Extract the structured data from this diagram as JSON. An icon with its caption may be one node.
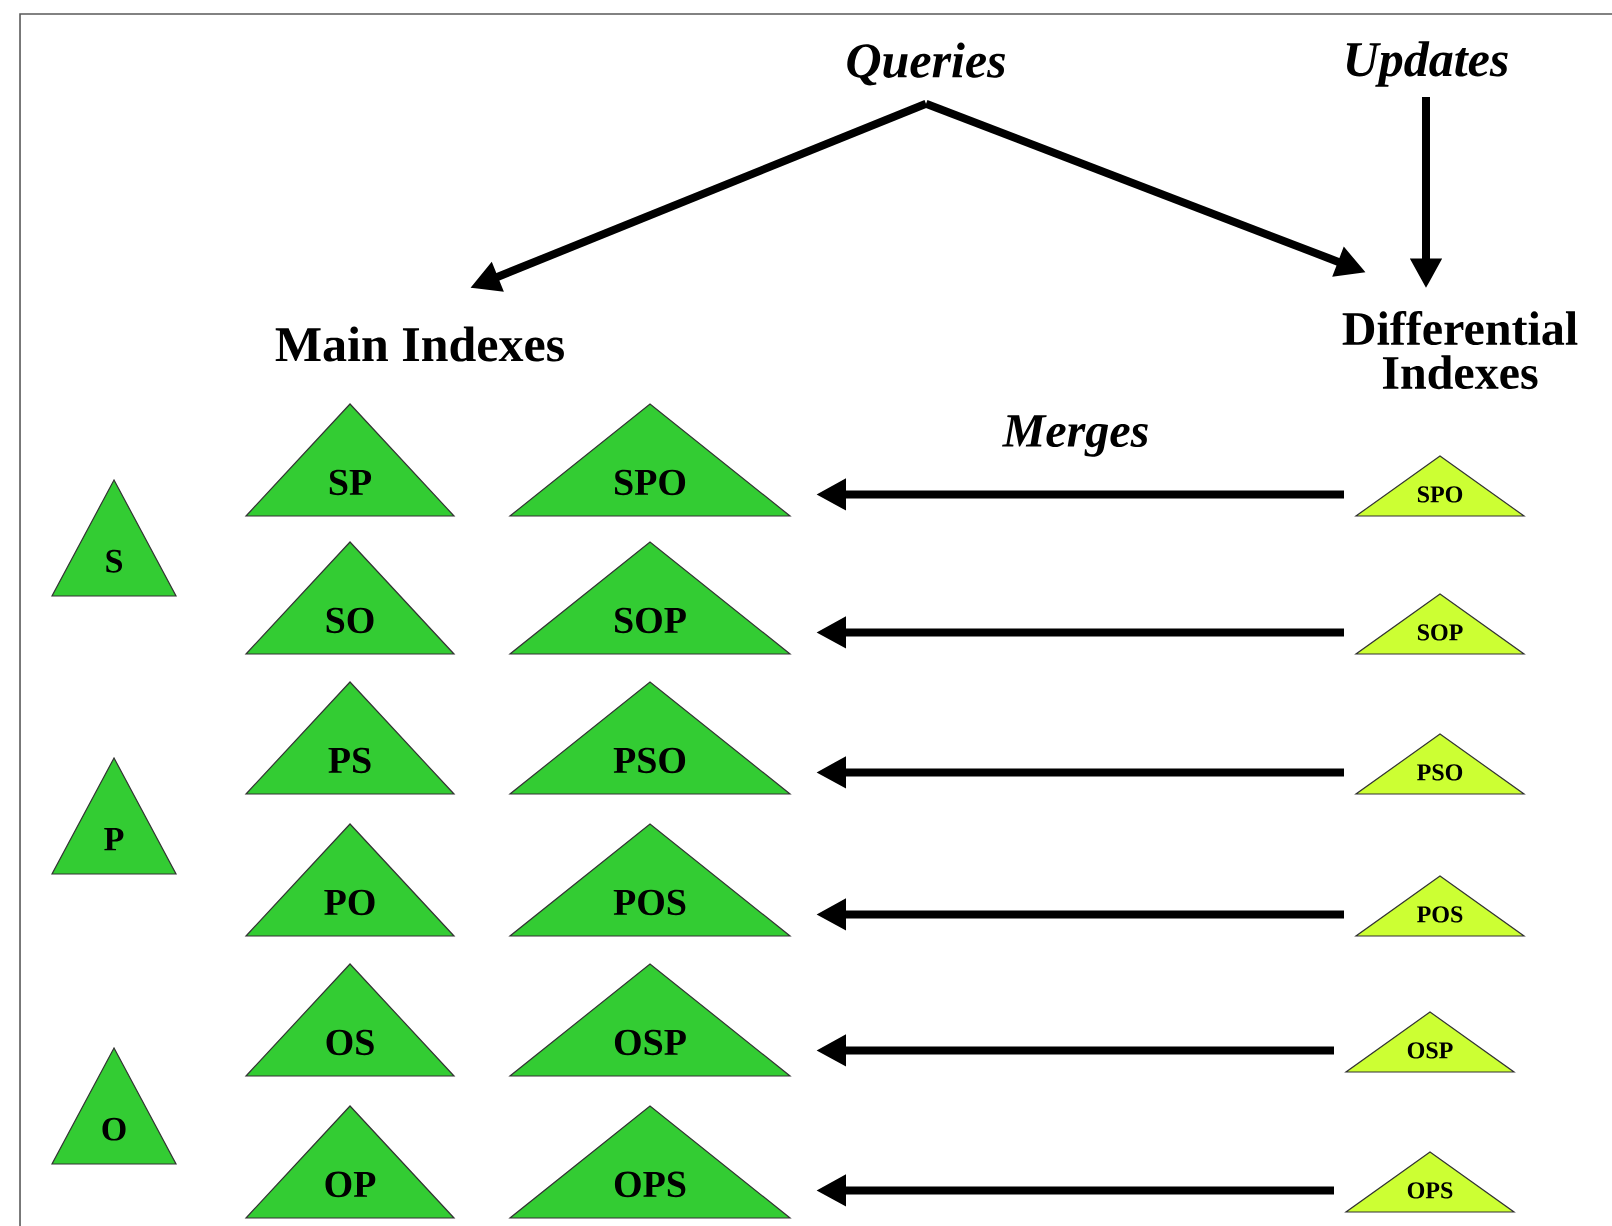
{
  "diagram": {
    "nodes": [
      {
        "text": [
          "Queries"
        ]
      },
      {
        "text": [
          "Updates"
        ]
      },
      {
        "text": [
          "Main Indexes"
        ]
      },
      {
        "text": [
          "Differential Indexes"
        ]
      },
      {
        "text": [
          "S"
        ]
      },
      {
        "text": [
          "P"
        ]
      },
      {
        "text": [
          "O"
        ]
      },
      {
        "text": [
          "SP"
        ]
      },
      {
        "text": [
          "SO"
        ]
      },
      {
        "text": [
          "PS"
        ]
      },
      {
        "text": [
          "PO"
        ]
      },
      {
        "text": [
          "OS"
        ]
      },
      {
        "text": [
          "OP"
        ]
      },
      {
        "text": [
          "SPO"
        ]
      },
      {
        "text": [
          "SOP"
        ]
      },
      {
        "text": [
          "PSO"
        ]
      },
      {
        "text": [
          "POS"
        ]
      },
      {
        "text": [
          "OSP"
        ]
      },
      {
        "text": [
          "OPS"
        ]
      },
      {
        "text": [
          "SPO"
        ]
      },
      {
        "text": [
          "SOP"
        ]
      },
      {
        "text": [
          "PSO"
        ]
      },
      {
        "text": [
          "POS"
        ]
      },
      {
        "text": [
          "OSP"
        ]
      },
      {
        "text": [
          "OPS"
        ]
      }
    ],
    "edges": [
      {
        "from": 0,
        "to": 2,
        "arrow": "to"
      },
      {
        "from": 0,
        "to": 3,
        "arrow": "to"
      },
      {
        "from": 1,
        "to": 3,
        "arrow": "to"
      },
      {
        "from": 19,
        "to": 13,
        "arrow": "to"
      },
      {
        "from": 20,
        "to": 14,
        "arrow": "to"
      },
      {
        "from": 21,
        "to": 15,
        "arrow": "to"
      },
      {
        "from": 22,
        "to": 16,
        "arrow": "to"
      },
      {
        "from": 23,
        "to": 17,
        "arrow": "to"
      },
      {
        "from": 24,
        "to": 18,
        "arrow": "to"
      }
    ],
    "labels": [
      "Merges"
    ]
  }
}
